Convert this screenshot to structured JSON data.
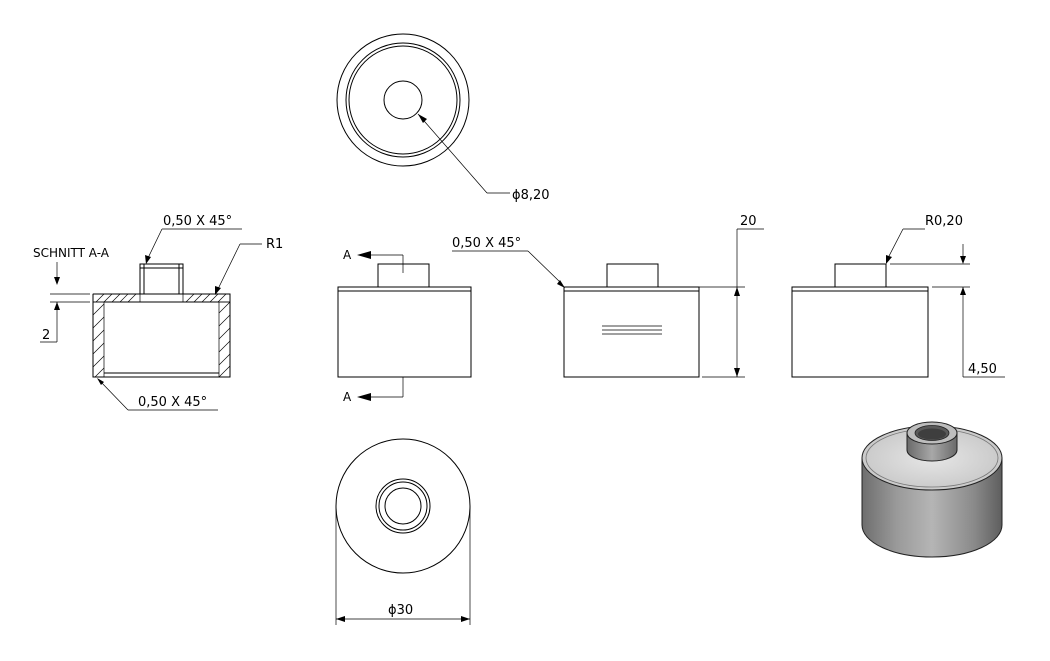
{
  "drawing": {
    "section_title": "SCHNITT A-A",
    "section_marker": "A",
    "dimensions": {
      "bore_diameter": "ϕ8,20",
      "outer_diameter": "ϕ30",
      "overall_height": "20",
      "body_height": "4,50",
      "fillet_radius_top": "R0,20",
      "fillet_radius_section": "R1",
      "section_depth": "2",
      "chamfer_section_top": "0,50 X 45°",
      "chamfer_section_bottom": "0,50 X 45°",
      "chamfer_front_view": "0,50 X 45°"
    },
    "colors": {
      "line": "#000000",
      "background": "#ffffff",
      "iso_body": "#8c8c8c",
      "iso_top": "#d0d0d0"
    }
  }
}
